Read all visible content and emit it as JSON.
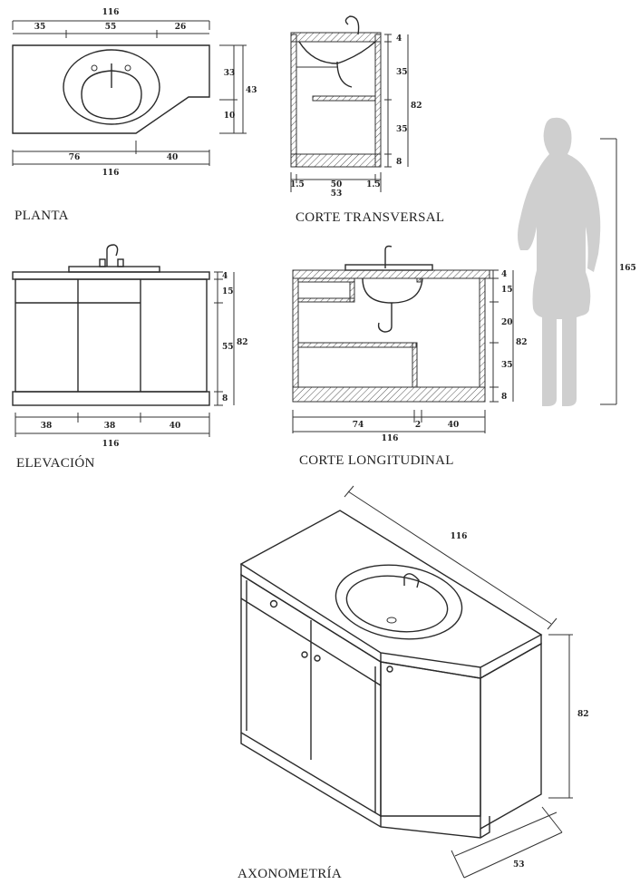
{
  "labels": {
    "planta": "PLANTA",
    "corte_transversal": "CORTE TRANSVERSAL",
    "elevacion": "ELEVACIÓN",
    "corte_longitudinal": "CORTE LONGITUDINAL",
    "axonometria": "AXONOMETRÍA"
  },
  "planta": {
    "top_total": "116",
    "top_a": "35",
    "top_b": "55",
    "top_c": "26",
    "right_a": "33",
    "right_b": "10",
    "right_total": "43",
    "bottom_a": "76",
    "bottom_b": "40",
    "bottom_total": "116"
  },
  "corte_transversal": {
    "r_a": "4",
    "r_b": "35",
    "r_c": "35",
    "r_d": "8",
    "r_total": "82",
    "b_a": "1.5",
    "b_b": "50",
    "b_c": "1.5",
    "b_total": "53"
  },
  "elevacion": {
    "r_a": "4",
    "r_b": "15",
    "r_c": "55",
    "r_d": "8",
    "r_total": "82",
    "b_a": "38",
    "b_b": "38",
    "b_c": "40",
    "b_total": "116"
  },
  "corte_longitudinal": {
    "r_a": "4",
    "r_b": "15",
    "r_c": "20",
    "r_d": "35",
    "r_e": "8",
    "r_total": "82",
    "b_a": "74",
    "b_b": "2",
    "b_c": "40",
    "b_total": "116"
  },
  "figure": {
    "height": "165"
  },
  "axonometria": {
    "length": "116",
    "height": "82",
    "depth": "53"
  }
}
